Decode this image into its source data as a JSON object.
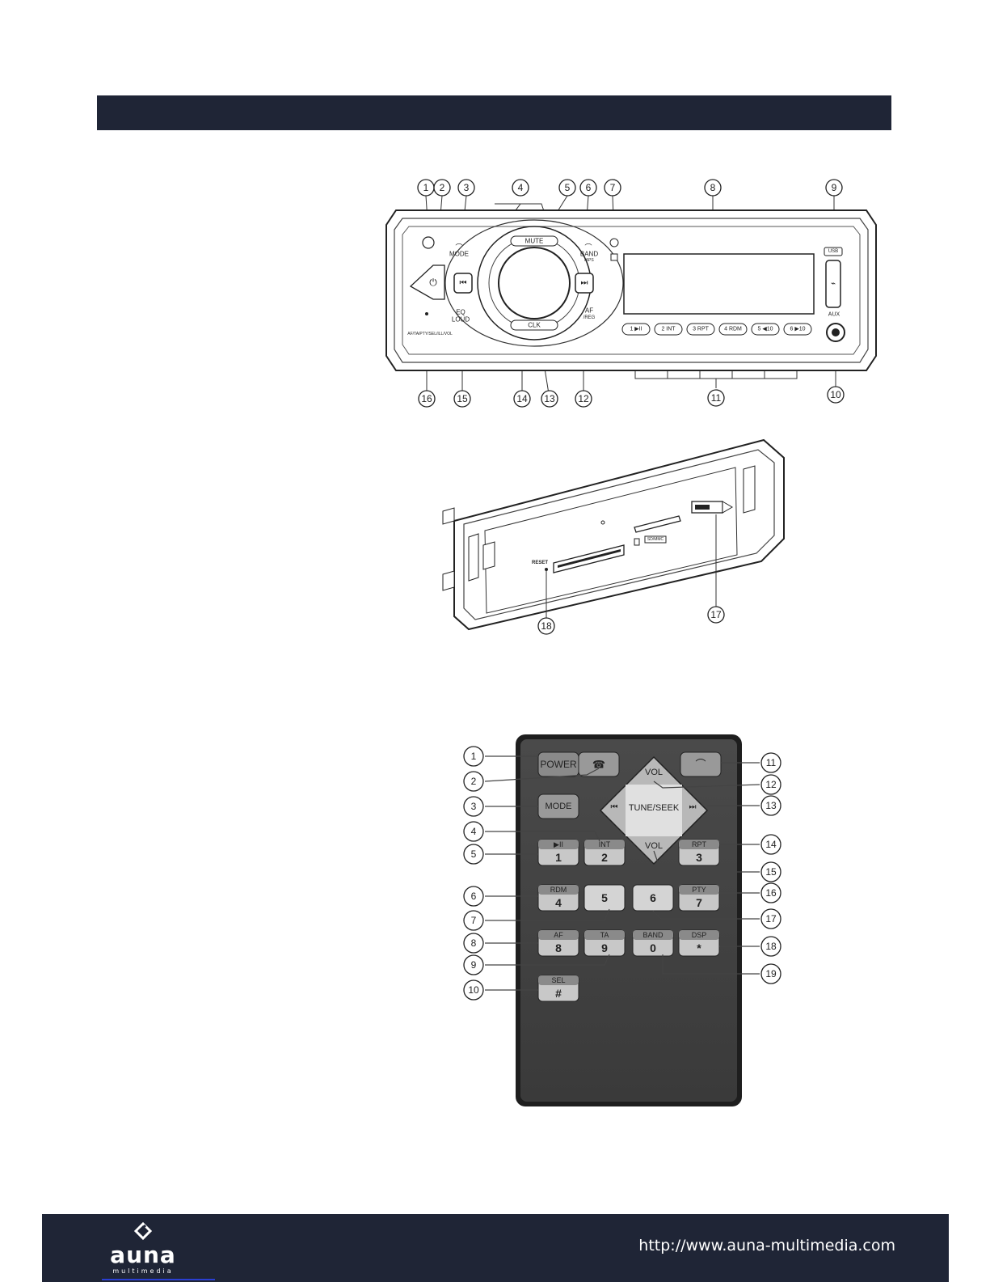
{
  "front_panel": {
    "labels": {
      "mode": "MODE",
      "mute": "MUTE",
      "band": "BAND",
      "aps": "/APS",
      "eq": "EQ",
      "loud": "LOUD",
      "clk": "CLK",
      "af": "AF",
      "reg": "/REG",
      "usb": "USB",
      "aux": "AUX",
      "side_text": "AF/TA/PTY/SEL/ILL/VOL"
    },
    "presets": [
      "1 ▶II",
      "2 INT",
      "3 RPT",
      "4 RDM",
      "5 ◀10",
      "6 ▶10"
    ],
    "callouts_top": [
      "1",
      "2",
      "3",
      "4",
      "5",
      "6",
      "7",
      "8",
      "9"
    ],
    "callouts_bottom": [
      "16",
      "15",
      "14",
      "13",
      "12",
      "11",
      "10"
    ]
  },
  "rear_panel": {
    "reset_label": "RESET",
    "sd_label": "SD/MMC",
    "callouts": [
      "18",
      "17"
    ]
  },
  "remote": {
    "buttons": {
      "power": "POWER",
      "mode": "MODE",
      "vol_up": "VOL",
      "vol_down": "VOL",
      "tune_seek": "TUNE/SEEK",
      "prev": "⏮",
      "next": "⏭",
      "key1_top": "▶II",
      "key1": "1",
      "key2_top": "INT",
      "key2": "2",
      "key3_top": "RPT",
      "key3": "3",
      "key4_top": "RDM",
      "key4": "4",
      "key5": "5",
      "key6": "6",
      "key7_top": "PTY",
      "key7": "7",
      "key8_top": "AF",
      "key8": "8",
      "key9_top": "TA",
      "key9": "9",
      "key0_top": "BAND",
      "key0": "0",
      "star_top": "DSP",
      "star": "*",
      "hash_top": "SEL",
      "hash": "#"
    },
    "callouts_left": [
      "1",
      "2",
      "3",
      "4",
      "5",
      "6",
      "7",
      "8",
      "9",
      "10"
    ],
    "callouts_right": [
      "11",
      "12",
      "13",
      "14",
      "15",
      "16",
      "17",
      "18",
      "19"
    ]
  },
  "footer": {
    "brand": "auna",
    "brand_sub": "multimedia",
    "url": "http://www.auna-multimedia.com"
  }
}
